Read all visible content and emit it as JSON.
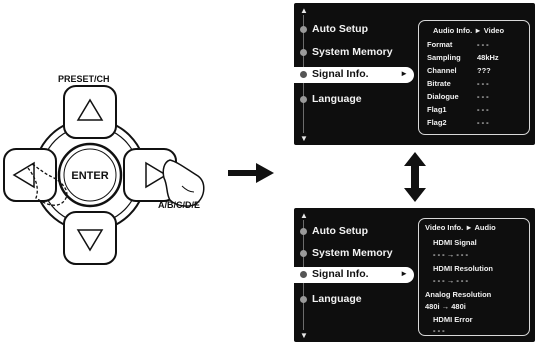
{
  "remote": {
    "preset_label": "PRESET/CH",
    "enter_label": "ENTER",
    "abcd_label": "A/B/C/D/E"
  },
  "top_screen": {
    "menu": [
      {
        "label": "Auto Setup",
        "selected": false
      },
      {
        "label": "System Memory",
        "selected": false
      },
      {
        "label": "Signal Info.",
        "selected": true
      },
      {
        "label": "Language",
        "selected": false
      }
    ],
    "panel_title": "Audio Info. ► Video",
    "rows": [
      {
        "label": "Format",
        "value": "- - -"
      },
      {
        "label": "Sampling",
        "value": "48kHz"
      },
      {
        "label": "Channel",
        "value": "???"
      },
      {
        "label": "Bitrate",
        "value": "- - -"
      },
      {
        "label": "Dialogue",
        "value": "- - -"
      },
      {
        "label": "Flag1",
        "value": "- - -"
      },
      {
        "label": "Flag2",
        "value": "- - -"
      }
    ]
  },
  "bottom_screen": {
    "menu": [
      {
        "label": "Auto Setup",
        "selected": false
      },
      {
        "label": "System Memory",
        "selected": false
      },
      {
        "label": "Signal Info.",
        "selected": true
      },
      {
        "label": "Language",
        "selected": false
      }
    ],
    "panel_title": "Video Info. ► Audio",
    "hdmi_signal_label": "HDMI  Signal",
    "hdmi_signal_value": "- - -    →   - - -",
    "hdmi_resolution_label": "HDMI  Resolution",
    "hdmi_resolution_value": "- - -    →   - - -",
    "analog_resolution_label": "Analog  Resolution",
    "analog_resolution_value": "480i    →    480i",
    "hdmi_error_label": "HDMI  Error",
    "hdmi_error_value": "- - -"
  },
  "icons": {
    "selected_arrow": "►",
    "scroll_up": "▲",
    "scroll_down": "▼"
  }
}
